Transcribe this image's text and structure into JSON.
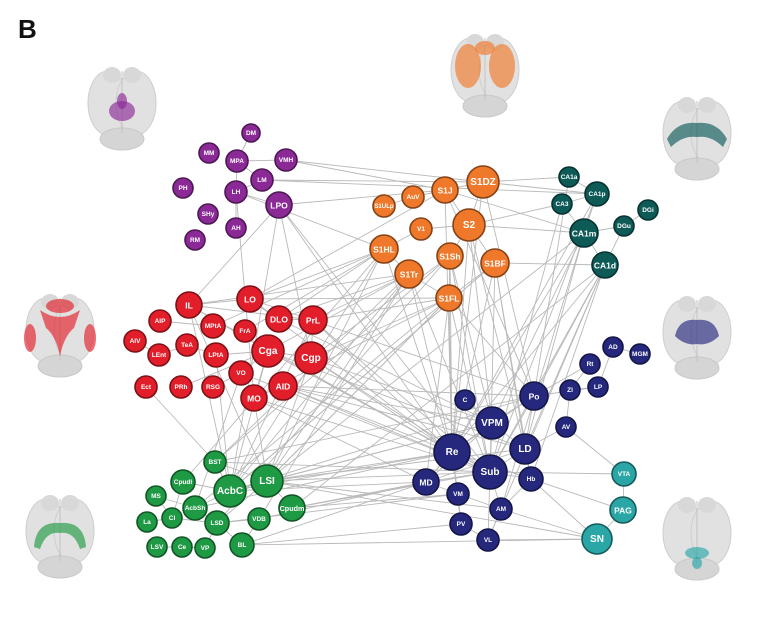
{
  "panel_label": "B",
  "colors": {
    "purple": "#8b2a97",
    "red": "#e21e2a",
    "orange": "#f0782a",
    "teal_dark": "#0d5a57",
    "navy": "#25287d",
    "green": "#1f9a44",
    "cyan": "#2aa6a6",
    "edge": "#b9b9b9"
  },
  "brain_icons": [
    {
      "name": "brain-purple-icon",
      "color": "purple"
    },
    {
      "name": "brain-orange-icon",
      "color": "orange"
    },
    {
      "name": "brain-teal-icon",
      "color": "teal_dark"
    },
    {
      "name": "brain-red-icon",
      "color": "red"
    },
    {
      "name": "brain-navy-icon",
      "color": "navy"
    },
    {
      "name": "brain-green-icon",
      "color": "green"
    },
    {
      "name": "brain-cyan-icon",
      "color": "cyan"
    }
  ],
  "nodes": [
    {
      "label": "DM",
      "group": "purple"
    },
    {
      "label": "MM",
      "group": "purple"
    },
    {
      "label": "MPA",
      "group": "purple"
    },
    {
      "label": "VMH",
      "group": "purple"
    },
    {
      "label": "LM",
      "group": "purple"
    },
    {
      "label": "PH",
      "group": "purple"
    },
    {
      "label": "LH",
      "group": "purple"
    },
    {
      "label": "LPO",
      "group": "purple"
    },
    {
      "label": "SHy",
      "group": "purple"
    },
    {
      "label": "AH",
      "group": "purple"
    },
    {
      "label": "RM",
      "group": "purple"
    },
    {
      "label": "IL",
      "group": "red"
    },
    {
      "label": "LO",
      "group": "red"
    },
    {
      "label": "AIP",
      "group": "red"
    },
    {
      "label": "MPtA",
      "group": "red"
    },
    {
      "label": "FrA",
      "group": "red"
    },
    {
      "label": "DLO",
      "group": "red"
    },
    {
      "label": "PrL",
      "group": "red"
    },
    {
      "label": "AIV",
      "group": "red"
    },
    {
      "label": "LEnt",
      "group": "red"
    },
    {
      "label": "TeA",
      "group": "red"
    },
    {
      "label": "LPtA",
      "group": "red"
    },
    {
      "label": "Cga",
      "group": "red"
    },
    {
      "label": "Cgp",
      "group": "red"
    },
    {
      "label": "VO",
      "group": "red"
    },
    {
      "label": "Ect",
      "group": "red"
    },
    {
      "label": "PRh",
      "group": "red"
    },
    {
      "label": "RSG",
      "group": "red"
    },
    {
      "label": "AID",
      "group": "red"
    },
    {
      "label": "MO",
      "group": "red"
    },
    {
      "label": "S1DZ",
      "group": "orange"
    },
    {
      "label": "AuV",
      "group": "orange"
    },
    {
      "label": "S1J",
      "group": "orange"
    },
    {
      "label": "S1ULp",
      "group": "orange"
    },
    {
      "label": "V1",
      "group": "orange"
    },
    {
      "label": "S2",
      "group": "orange"
    },
    {
      "label": "S1HL",
      "group": "orange"
    },
    {
      "label": "S1Sh",
      "group": "orange"
    },
    {
      "label": "S1BF",
      "group": "orange"
    },
    {
      "label": "S1Tr",
      "group": "orange"
    },
    {
      "label": "S1FL",
      "group": "orange"
    },
    {
      "label": "CA1a",
      "group": "teal_dark"
    },
    {
      "label": "CA1p",
      "group": "teal_dark"
    },
    {
      "label": "CA3",
      "group": "teal_dark"
    },
    {
      "label": "DGi",
      "group": "teal_dark"
    },
    {
      "label": "DGu",
      "group": "teal_dark"
    },
    {
      "label": "CA1m",
      "group": "teal_dark"
    },
    {
      "label": "CA1d",
      "group": "teal_dark"
    },
    {
      "label": "AD",
      "group": "navy"
    },
    {
      "label": "MGM",
      "group": "navy"
    },
    {
      "label": "Rt",
      "group": "navy"
    },
    {
      "label": "ZI",
      "group": "navy"
    },
    {
      "label": "LP",
      "group": "navy"
    },
    {
      "label": "Po",
      "group": "navy"
    },
    {
      "label": "C",
      "group": "navy"
    },
    {
      "label": "AV",
      "group": "navy"
    },
    {
      "label": "VPM",
      "group": "navy"
    },
    {
      "label": "LD",
      "group": "navy"
    },
    {
      "label": "Re",
      "group": "navy"
    },
    {
      "label": "Sub",
      "group": "navy"
    },
    {
      "label": "Hb",
      "group": "navy"
    },
    {
      "label": "MD",
      "group": "navy"
    },
    {
      "label": "VM",
      "group": "navy"
    },
    {
      "label": "AM",
      "group": "navy"
    },
    {
      "label": "PV",
      "group": "navy"
    },
    {
      "label": "VL",
      "group": "navy"
    },
    {
      "label": "VTA",
      "group": "cyan"
    },
    {
      "label": "PAG",
      "group": "cyan"
    },
    {
      "label": "SN",
      "group": "cyan"
    },
    {
      "label": "BST",
      "group": "green"
    },
    {
      "label": "Cpudl",
      "group": "green"
    },
    {
      "label": "AcbC",
      "group": "green"
    },
    {
      "label": "LSI",
      "group": "green"
    },
    {
      "label": "MS",
      "group": "green"
    },
    {
      "label": "AcbSh",
      "group": "green"
    },
    {
      "label": "Cpudm",
      "group": "green"
    },
    {
      "label": "La",
      "group": "green"
    },
    {
      "label": "Cl",
      "group": "green"
    },
    {
      "label": "LSD",
      "group": "green"
    },
    {
      "label": "VDB",
      "group": "green"
    },
    {
      "label": "LSV",
      "group": "green"
    },
    {
      "label": "Ce",
      "group": "green"
    },
    {
      "label": "VP",
      "group": "green"
    },
    {
      "label": "BL",
      "group": "green"
    }
  ],
  "edges": [
    [
      "MPA",
      "LM"
    ],
    [
      "MPA",
      "VMH"
    ],
    [
      "LH",
      "LM"
    ],
    [
      "LH",
      "LPO"
    ],
    [
      "LPO",
      "IL"
    ],
    [
      "LPO",
      "Cgp"
    ],
    [
      "LPO",
      "Re"
    ],
    [
      "LH",
      "MO"
    ],
    [
      "AH",
      "LH"
    ],
    [
      "LM",
      "S1DZ"
    ],
    [
      "LPO",
      "S1J"
    ],
    [
      "VMH",
      "S1DZ"
    ],
    [
      "DM",
      "MPA"
    ],
    [
      "MPA",
      "LH"
    ],
    [
      "IL",
      "LO"
    ],
    [
      "IL",
      "PrL"
    ],
    [
      "IL",
      "Cga"
    ],
    [
      "LO",
      "DLO"
    ],
    [
      "LO",
      "S1J"
    ],
    [
      "DLO",
      "PrL"
    ],
    [
      "PrL",
      "Cgp"
    ],
    [
      "Cga",
      "Cgp"
    ],
    [
      "Cga",
      "VO"
    ],
    [
      "Cga",
      "MO"
    ],
    [
      "AID",
      "MO"
    ],
    [
      "Cga",
      "AcbC"
    ],
    [
      "Cgp",
      "LSI"
    ],
    [
      "AID",
      "Re"
    ],
    [
      "Cgp",
      "Re"
    ],
    [
      "PrL",
      "Sub"
    ],
    [
      "IL",
      "AcbC"
    ],
    [
      "VO",
      "AcbSh"
    ],
    [
      "MO",
      "LSI"
    ],
    [
      "DLO",
      "S1HL"
    ],
    [
      "LO",
      "S1HL"
    ],
    [
      "PrL",
      "S1Tr"
    ],
    [
      "Cgp",
      "S1FL"
    ],
    [
      "AID",
      "VPM"
    ],
    [
      "AID",
      "Po"
    ],
    [
      "Cga",
      "LD"
    ],
    [
      "MO",
      "Sub"
    ],
    [
      "LPtA",
      "Cga"
    ],
    [
      "TeA",
      "LPtA"
    ],
    [
      "AIP",
      "MPtA"
    ],
    [
      "LEnt",
      "TeA"
    ],
    [
      "PRh",
      "Cga"
    ],
    [
      "RSG",
      "VO"
    ],
    [
      "Ect",
      "BST"
    ],
    [
      "AIV",
      "LEnt"
    ],
    [
      "S1DZ",
      "S1J"
    ],
    [
      "S1DZ",
      "S2"
    ],
    [
      "S1J",
      "S2"
    ],
    [
      "S2",
      "S1Sh"
    ],
    [
      "S2",
      "S1BF"
    ],
    [
      "S1HL",
      "S1Tr"
    ],
    [
      "S1Tr",
      "S1FL"
    ],
    [
      "S1Sh",
      "S1FL"
    ],
    [
      "S1BF",
      "S1FL"
    ],
    [
      "S1J",
      "AuV"
    ],
    [
      "S1ULp",
      "AuV"
    ],
    [
      "V1",
      "S2"
    ],
    [
      "S1HL",
      "V1"
    ],
    [
      "S1DZ",
      "CA1p"
    ],
    [
      "S2",
      "CA1m"
    ],
    [
      "S1BF",
      "CA1d"
    ],
    [
      "S1FL",
      "Po"
    ],
    [
      "S1Sh",
      "VPM"
    ],
    [
      "S1BF",
      "LD"
    ],
    [
      "S1Tr",
      "Re"
    ],
    [
      "S1FL",
      "Sub"
    ],
    [
      "S1J",
      "Po"
    ],
    [
      "S1DZ",
      "Po"
    ],
    [
      "S2",
      "VPM"
    ],
    [
      "S1BF",
      "Re"
    ],
    [
      "S1HL",
      "AcbC"
    ],
    [
      "S1Tr",
      "LSI"
    ],
    [
      "S1FL",
      "MD"
    ],
    [
      "S1Sh",
      "Sub"
    ],
    [
      "S1BF",
      "Hb"
    ],
    [
      "CA1a",
      "CA1p"
    ],
    [
      "CA1p",
      "CA3"
    ],
    [
      "CA1p",
      "CA1m"
    ],
    [
      "CA1m",
      "CA1d"
    ],
    [
      "CA1m",
      "DGu"
    ],
    [
      "CA1d",
      "DGu"
    ],
    [
      "CA3",
      "CA1m"
    ],
    [
      "DGi",
      "DGu"
    ],
    [
      "CA1m",
      "S1J"
    ],
    [
      "CA1d",
      "Po"
    ],
    [
      "CA1d",
      "LD"
    ],
    [
      "CA1m",
      "Re"
    ],
    [
      "CA1d",
      "Sub"
    ],
    [
      "CA1m",
      "VPM"
    ],
    [
      "CA3",
      "S2"
    ],
    [
      "CA1a",
      "S1DZ"
    ],
    [
      "Po",
      "VPM"
    ],
    [
      "Po",
      "LD"
    ],
    [
      "VPM",
      "Re"
    ],
    [
      "VPM",
      "LD"
    ],
    [
      "Re",
      "Sub"
    ],
    [
      "LD",
      "Sub"
    ],
    [
      "Sub",
      "Hb"
    ],
    [
      "Re",
      "MD"
    ],
    [
      "Sub",
      "MD"
    ],
    [
      "MD",
      "VM"
    ],
    [
      "VM",
      "AM"
    ],
    [
      "VM",
      "PV"
    ],
    [
      "PV",
      "VL"
    ],
    [
      "Sub",
      "AM"
    ],
    [
      "C",
      "VPM"
    ],
    [
      "Re",
      "VM"
    ],
    [
      "LD",
      "Hb"
    ],
    [
      "AM",
      "VL"
    ],
    [
      "Hb",
      "AM"
    ],
    [
      "ZI",
      "LP"
    ],
    [
      "Rt",
      "ZI"
    ],
    [
      "AD",
      "MGM"
    ],
    [
      "ZI",
      "AV"
    ],
    [
      "Rt",
      "Po"
    ],
    [
      "AD",
      "LP"
    ],
    [
      "AV",
      "LD"
    ],
    [
      "LP",
      "Po"
    ],
    [
      "SN",
      "PAG"
    ],
    [
      "PAG",
      "VTA"
    ],
    [
      "SN",
      "VL"
    ],
    [
      "SN",
      "AM"
    ],
    [
      "SN",
      "Hb"
    ],
    [
      "VTA",
      "Sub"
    ],
    [
      "PAG",
      "Re"
    ],
    [
      "SN",
      "LSI"
    ],
    [
      "SN",
      "BL"
    ],
    [
      "VTA",
      "AV"
    ],
    [
      "BST",
      "AcbC"
    ],
    [
      "BST",
      "LSI"
    ],
    [
      "AcbC",
      "LSI"
    ],
    [
      "Cpudl",
      "AcbC"
    ],
    [
      "AcbC",
      "AcbSh"
    ],
    [
      "LSI",
      "Cpudm"
    ],
    [
      "LSI",
      "LSD"
    ],
    [
      "AcbSh",
      "LSD"
    ],
    [
      "LSD",
      "VDB"
    ],
    [
      "LSD",
      "BL"
    ],
    [
      "VDB",
      "BL"
    ],
    [
      "MS",
      "AcbSh"
    ],
    [
      "La",
      "Cl"
    ],
    [
      "Cl",
      "LSD"
    ],
    [
      "LSV",
      "Ce"
    ],
    [
      "Ce",
      "VP"
    ],
    [
      "VP",
      "LSD"
    ],
    [
      "MS",
      "Cl"
    ],
    [
      "Cpudl",
      "Cl"
    ],
    [
      "AcbC",
      "Re"
    ],
    [
      "LSI",
      "Re"
    ],
    [
      "LSI",
      "Sub"
    ],
    [
      "AcbC",
      "MD"
    ],
    [
      "LSI",
      "VPM"
    ],
    [
      "AcbSh",
      "Re"
    ],
    [
      "BST",
      "Sub"
    ],
    [
      "Cpudm",
      "MD"
    ],
    [
      "LSD",
      "VM"
    ],
    [
      "BL",
      "PV"
    ],
    [
      "VDB",
      "MD"
    ],
    [
      "Cpudm",
      "Sub"
    ],
    [
      "AcbC",
      "VPM"
    ],
    [
      "LSI",
      "LD"
    ],
    [
      "BST",
      "Po"
    ],
    [
      "AcbC",
      "S1Tr"
    ],
    [
      "LSI",
      "S1FL"
    ],
    [
      "Cpudl",
      "S1HL"
    ],
    [
      "AcbC",
      "S1BF"
    ],
    [
      "LSI",
      "CA1m"
    ],
    [
      "Cpudm",
      "CA1d"
    ],
    [
      "BST",
      "S1Sh"
    ],
    [
      "AcbC",
      "Po"
    ],
    [
      "LSI",
      "AM"
    ],
    [
      "BL",
      "MD"
    ],
    [
      "Cpudm",
      "VM"
    ],
    [
      "IL",
      "LSI"
    ],
    [
      "PrL",
      "AcbC"
    ],
    [
      "Cgp",
      "Sub"
    ],
    [
      "LO",
      "Po"
    ],
    [
      "DLO",
      "VPM"
    ],
    [
      "Cga",
      "Re"
    ],
    [
      "VO",
      "Sub"
    ],
    [
      "MO",
      "MD"
    ],
    [
      "AID",
      "LD"
    ],
    [
      "LPtA",
      "AcbC"
    ],
    [
      "MPtA",
      "S1HL"
    ],
    [
      "FrA",
      "S1HL"
    ],
    [
      "IL",
      "Re"
    ],
    [
      "PrL",
      "Re"
    ],
    [
      "Cgp",
      "VPM"
    ],
    [
      "LO",
      "Re"
    ],
    [
      "AID",
      "Sub"
    ],
    [
      "Cga",
      "Sub"
    ],
    [
      "LH",
      "S1HL"
    ],
    [
      "LPO",
      "AcbC"
    ],
    [
      "LM",
      "CA1p"
    ],
    [
      "VMH",
      "S1J"
    ],
    [
      "LPO",
      "Sub"
    ],
    [
      "S1HL",
      "Re"
    ],
    [
      "S1Tr",
      "Sub"
    ],
    [
      "S1FL",
      "Re"
    ],
    [
      "S1Sh",
      "Re"
    ],
    [
      "S2",
      "Re"
    ],
    [
      "S1DZ",
      "Re"
    ],
    [
      "S1J",
      "Re"
    ],
    [
      "S1BF",
      "Sub"
    ],
    [
      "S2",
      "LD"
    ],
    [
      "CA1p",
      "Re"
    ],
    [
      "CA3",
      "Sub"
    ],
    [
      "CA1a",
      "Po"
    ],
    [
      "CA1p",
      "Sub"
    ],
    [
      "CA1m",
      "LD"
    ],
    [
      "CA1d",
      "MD"
    ],
    [
      "CA1d",
      "VL"
    ],
    [
      "CA1m",
      "AM"
    ],
    [
      "CA1d",
      "Hb"
    ],
    [
      "Po",
      "Re"
    ],
    [
      "Po",
      "Sub"
    ],
    [
      "LD",
      "MD"
    ],
    [
      "VPM",
      "MD"
    ],
    [
      "VPM",
      "Sub"
    ],
    [
      "Re",
      "Hb"
    ],
    [
      "Re",
      "PV"
    ],
    [
      "Sub",
      "VL"
    ],
    [
      "S1FL",
      "LSI"
    ],
    [
      "S1Tr",
      "BST"
    ],
    [
      "S1HL",
      "LSI"
    ],
    [
      "S1BF",
      "AcbC"
    ],
    [
      "S1FL",
      "AcbSh"
    ],
    [
      "S1Tr",
      "VDB"
    ],
    [
      "S1Sh",
      "LSD"
    ],
    [
      "IL",
      "S1Tr"
    ],
    [
      "PrL",
      "S1FL"
    ],
    [
      "Cgp",
      "S1Sh"
    ],
    [
      "Cga",
      "S1Tr"
    ],
    [
      "DLO",
      "S1Tr"
    ],
    [
      "LO",
      "S1FL"
    ],
    [
      "MO",
      "S1FL"
    ]
  ]
}
